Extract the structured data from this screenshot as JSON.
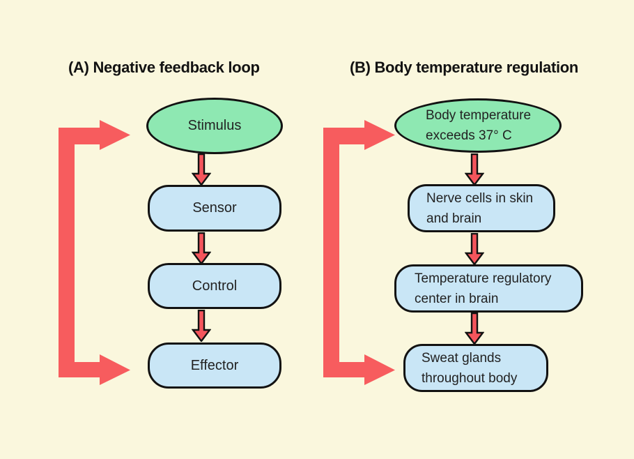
{
  "colors": {
    "background": "#FAF7DD",
    "ellipse_green": "#8EE8B2",
    "box_blue": "#C9E6F6",
    "arrow_red": "#F75C5E",
    "outline_black": "#121212"
  },
  "diagram_a": {
    "title": "(A) Negative feedback loop",
    "nodes": [
      {
        "label": "Stimulus"
      },
      {
        "label": "Sensor"
      },
      {
        "label": "Control"
      },
      {
        "label": "Effector"
      }
    ]
  },
  "diagram_b": {
    "title": "(B) Body temperature regulation",
    "nodes": [
      {
        "line1": "Body temperature",
        "line2": "exceeds 37° C"
      },
      {
        "line1": "Nerve cells in skin",
        "line2": "and brain"
      },
      {
        "line1": "Temperature regulatory",
        "line2": "center in brain"
      },
      {
        "line1": "Sweat glands",
        "line2": "throughout body"
      }
    ]
  }
}
